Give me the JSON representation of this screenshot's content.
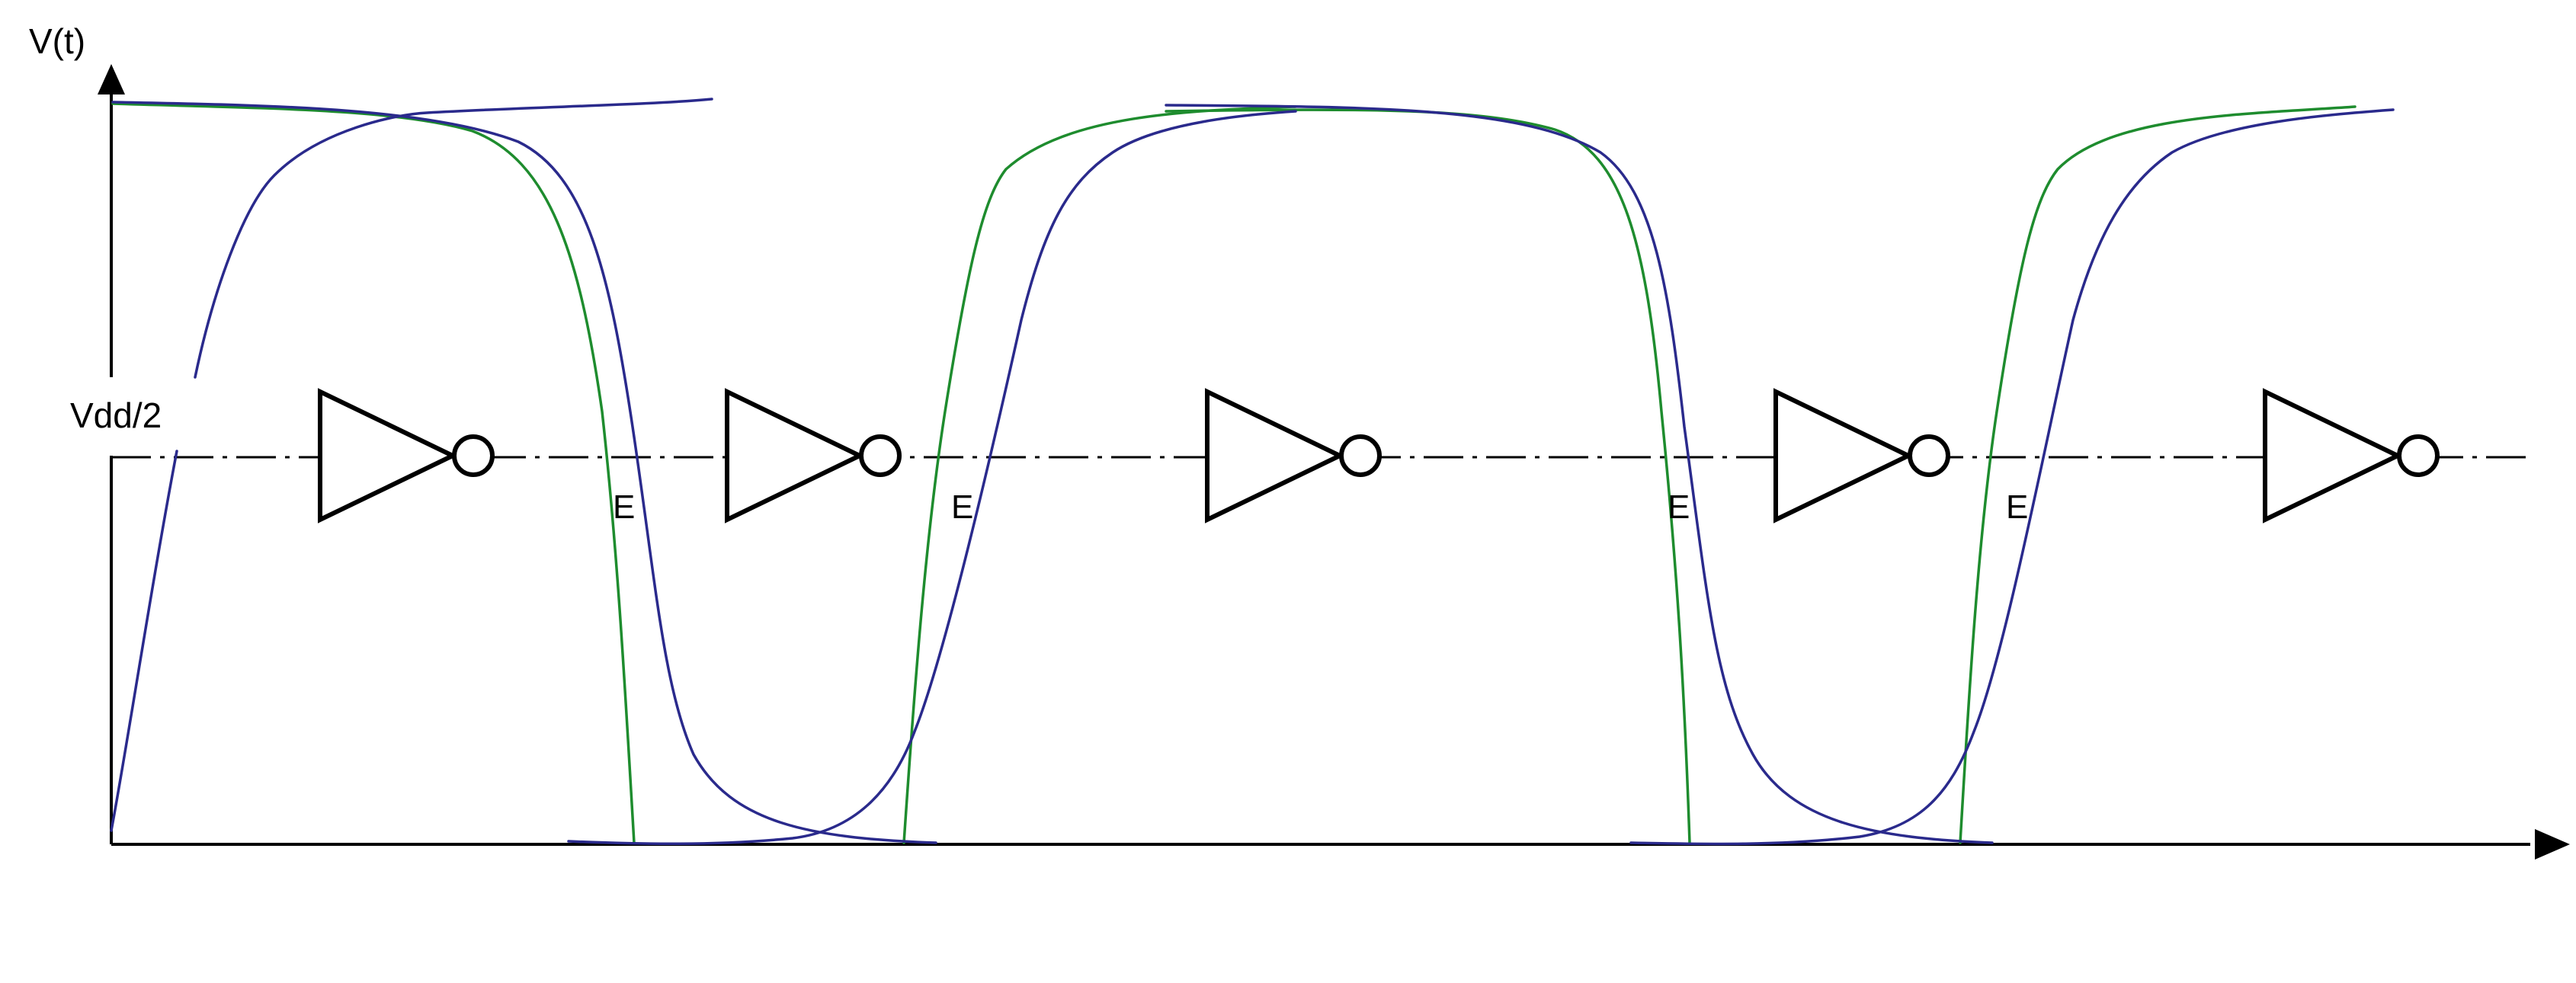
{
  "diagram": {
    "y_axis_label": "V(t)",
    "reference_label": "Vdd/2",
    "crossing_labels": [
      "E",
      "E",
      "E",
      "E"
    ],
    "colors": {
      "axis": "#000000",
      "input_wave": "#1e8c2e",
      "output_wave": "#2a2a8c",
      "gate": "#000000"
    },
    "gate_symbol": "inverter",
    "gate_count": 5
  }
}
